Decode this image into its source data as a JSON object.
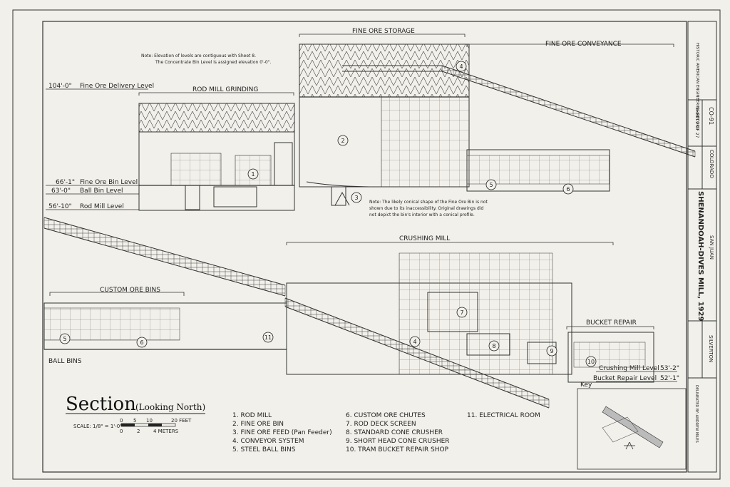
{
  "sections": {
    "fine_ore_storage": "FINE ORE STORAGE",
    "fine_ore_conveyance": "FINE ORE CONVEYANCE",
    "rod_mill_grinding": "ROD MILL GRINDING",
    "crushing_mill": "CRUSHING MILL",
    "custom_ore_bins": "CUSTOM ORE BINS",
    "bucket_repair": "BUCKET REPAIR",
    "ball_bins": "BALL BINS"
  },
  "notes": {
    "note1_line1": "Note: Elevation of levels are contiguous with Sheet 8.",
    "note1_line2": "The Concentrate Bin Level is assigned elevation 0'-0\".",
    "note2_line1": "Note: The likely conical shape of the Fine Ore Bin is not",
    "note2_line2": "shown due to its inaccessibility. Original drawings did",
    "note2_line3": "not depict the bin's interior with a conical profile."
  },
  "levels": [
    {
      "elev": "104'-0\"",
      "name": "Fine Ore Delivery Level"
    },
    {
      "elev": "66'-1\"",
      "name": "Fine Ore Bin Level"
    },
    {
      "elev": "63'-0\"",
      "name": "Ball Bin Level"
    },
    {
      "elev": "56'-10\"",
      "name": "Rod Mill Level"
    }
  ],
  "levels_right": [
    {
      "elev": "53'-2\"",
      "name": "Crushing Mill Level"
    },
    {
      "elev": "52'-1\"",
      "name": "Bucket Repair Level"
    }
  ],
  "title": {
    "main": "Section",
    "sub": "(Looking North)",
    "scale_label": "SCALE: 1/8\" = 1'-0\"",
    "feet_ticks": [
      "0",
      "5",
      "10",
      "20 FEET"
    ],
    "meter_ticks": [
      "0",
      "2",
      "4 METERS"
    ],
    "key_label": "Key"
  },
  "legend": {
    "col1": [
      "1. ROD MILL",
      "2. FINE ORE BIN",
      "3. FINE ORE FEED (Pan Feeder)",
      "4. CONVEYOR SYSTEM",
      "5. STEEL BALL BINS"
    ],
    "col2": [
      "6. CUSTOM ORE CHUTES",
      "7. ROD DECK SCREEN",
      "8. STANDARD CONE CRUSHER",
      "9. SHORT HEAD CONE CRUSHER",
      "10. TRAM BUCKET REPAIR SHOP"
    ],
    "col3": [
      "11. ELECTRICAL ROOM"
    ]
  },
  "titleblock": {
    "project": "SHENANDOAH-DIVES MILL, 1929",
    "county": "SAN JUAN",
    "town": "SILVERTON",
    "state": "COLORADO",
    "sheet": "9 OF 27",
    "sheet_label": "SHEET",
    "record_no": "CO-91",
    "record_label": "HISTORIC AMERICAN ENGINEERING RECORD",
    "delineator": "DELINEATED BY: ANDREW MILES"
  }
}
